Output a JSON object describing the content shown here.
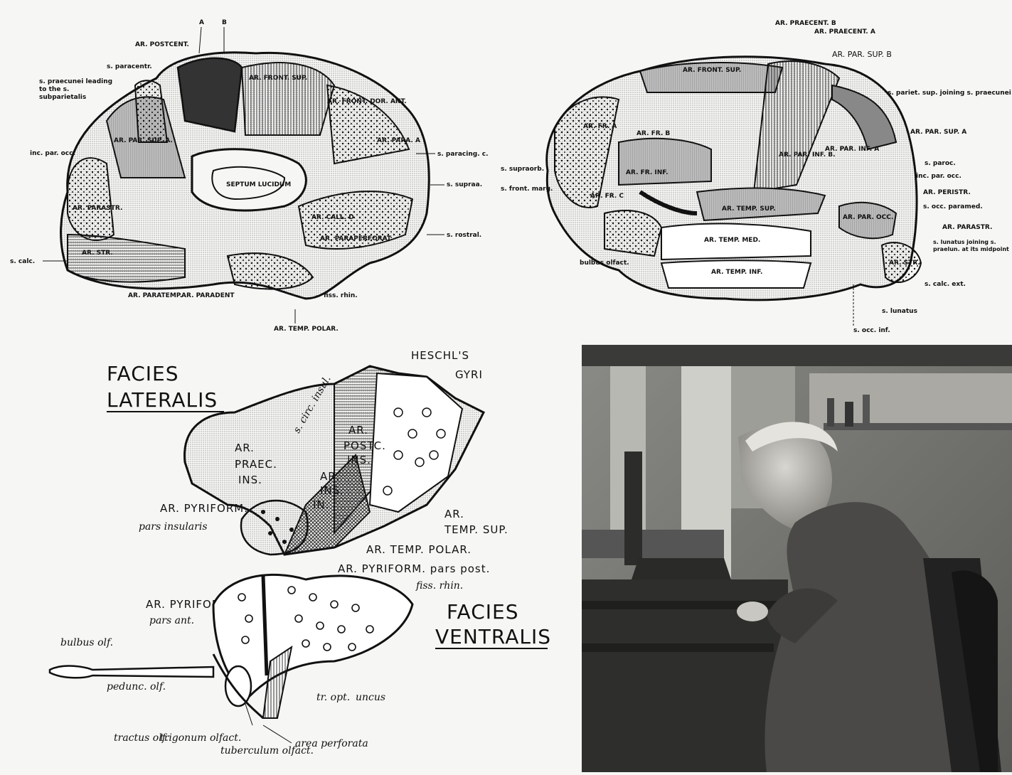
{
  "medial_view": {
    "areas": [
      "AR. FRONT. SUP.",
      "AR. FRONT. DOR. ANT.",
      "AR. PAR. SUP. A.",
      "AR. PARASTR.",
      "AR. STR.",
      "SEPTUM LUCIDUM",
      "AR. CALL. D",
      "AR. PARAPERFORAT.",
      "AR. PARA. A"
    ],
    "top_labels": [
      "AR. POSTCENT.",
      "A",
      "B"
    ],
    "left_labels": [
      "s. paracentr.",
      "s. praecunei leading to the s. subparietalis",
      "inc. par. occ.",
      "s. calc."
    ],
    "right_labels": [
      "s. paracing. c.",
      "s. supraa.",
      "s. rostral."
    ],
    "bottom_labels": [
      "AR. PARATEMP.",
      "AR. PARADENT",
      "fiss. rhin.",
      "AR. TEMP. POLAR."
    ]
  },
  "lateral_view": {
    "top_labels": [
      "AR. PRAECENT. B",
      "AR. PRAECENT. A",
      "AR. PAR. SUP. B"
    ],
    "areas": [
      "AR. FRONT. SUP.",
      "AR. FR. A",
      "AR. FR. B",
      "AR. FR. INF.",
      "AR. FR. C",
      "AR. PAR. INF. B.",
      "AR. PAR. INF. A",
      "AR. TEMP. SUP.",
      "AR. TEMP. MED.",
      "AR. TEMP. INF.",
      "AR. PAR. OCC.",
      "AR. STR."
    ],
    "left_labels": [
      "s. supraorb.",
      "s. front. marg.",
      "bulbus olfact."
    ],
    "right_labels": [
      "s. pariet. sup. joining s. praecunei on medial surface",
      "AR. PAR. SUP. A",
      "s. paroc.",
      "inc. par. occ.",
      "AR. PERISTR.",
      "s. occ. paramed.",
      "AR. PARASTR.",
      "s. lunatus joining s. praelun. at its midpoint",
      "s. calc. ext.",
      "s. lunatus",
      "s. occ. inf."
    ]
  },
  "insula_view": {
    "title_lateral": [
      "FACIES",
      "LATERALIS"
    ],
    "title_ventral": [
      "FACIES",
      "VENTRALIS"
    ],
    "heschl": [
      "HESCHL'S",
      "GYRI"
    ],
    "areas": [
      "AR.",
      "PRAEC.",
      "INS.",
      "AR.",
      "POSTC.",
      "INS.",
      "AR.",
      "INS.",
      "IN."
    ],
    "labels": [
      "AR. PYRIFORM.",
      "pars insularis",
      "AR.",
      "TEMP. SUP.",
      "AR. TEMP. POLAR.",
      "AR. PYRIFORM. pars post.",
      "fiss. rhin.",
      "AR. PYRIFORM.",
      "pars ant.",
      "bulbus olf.",
      "pedunc. olf.",
      "tr. opt.",
      "uncus",
      "tractus olf.",
      "trigonum olfact.",
      "tuberculum olfact.",
      "area perforata",
      "s. circ. insul."
    ]
  },
  "photo": {
    "subject": "elderly scientist at microscope"
  }
}
